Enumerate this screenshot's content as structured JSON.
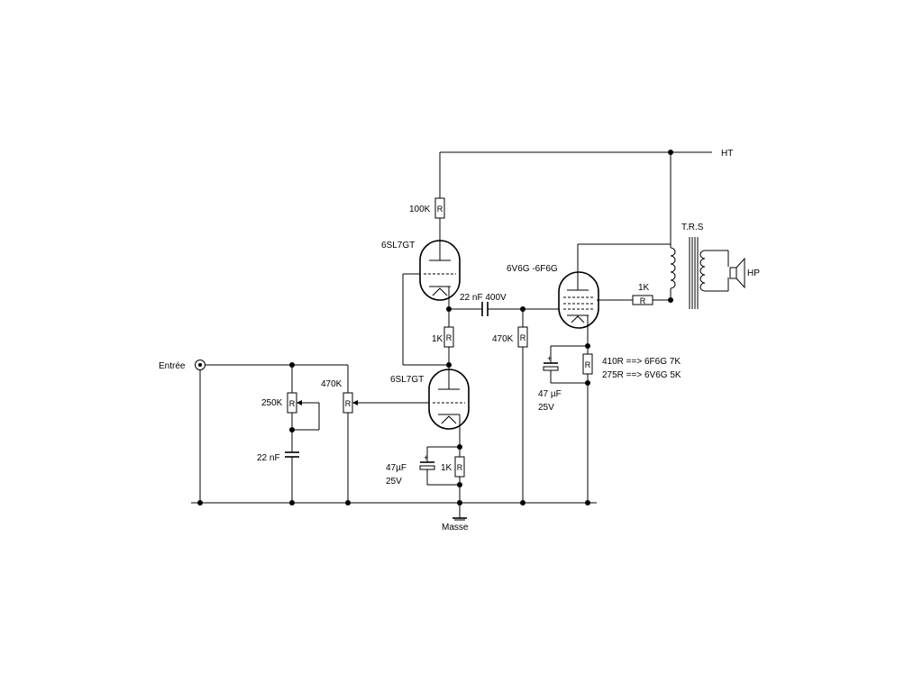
{
  "labels": {
    "ht": "HT",
    "trs": "T.R.S",
    "hp": "HP",
    "entree": "Entrée",
    "masse": "Masse",
    "tube_v1": "6SL7GT",
    "tube_v2": "6SL7GT",
    "tube_power": "6V6G -6F6G",
    "r_plate": "100K",
    "r_cathode_link": "1K",
    "r_grid_leak": "470K",
    "r_screen": "1K",
    "r_gain_pot": "470K",
    "r_tone_pot": "250K",
    "r_v2_cathode": "1K",
    "c_coupling": "22 nF 400V",
    "c_tone": "22 nF",
    "c_v2_cathode_value": "47µF",
    "c_v2_cathode_voltage": "25V",
    "c_power_cathode_value": "47 µF",
    "c_power_cathode_voltage": "25V",
    "cathode_note_1": "410R ==> 6F6G  7K",
    "cathode_note_2": "275R ==> 6V6G  5K",
    "resistor_symbol": "R"
  }
}
